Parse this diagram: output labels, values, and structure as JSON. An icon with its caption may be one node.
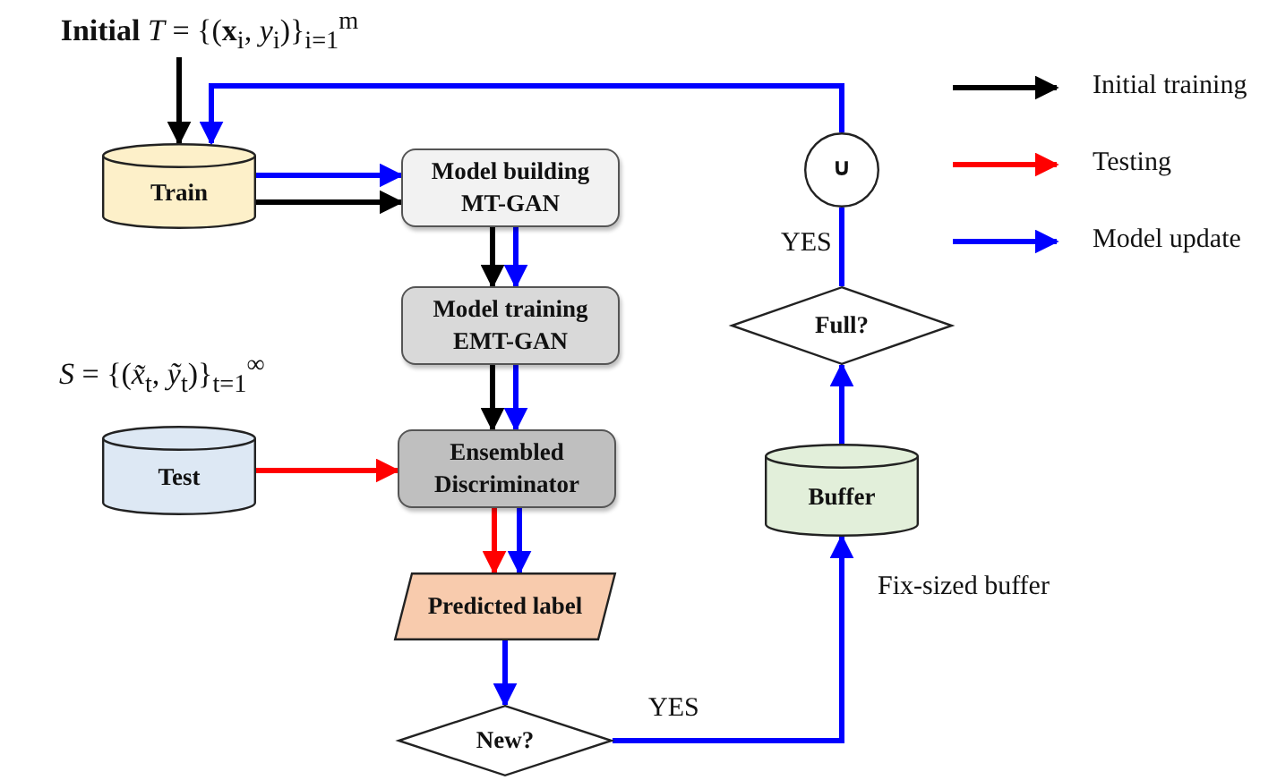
{
  "diagram": {
    "nodes": [
      {
        "text": [
          "**Initial** *T* = {(**x**$_{i}$, *y*$_{i}$)}$_{i=1}$$^{m}$"
        ]
      },
      {
        "text": [
          "Train"
        ]
      },
      {
        "text": [
          "Model building MT-GAN"
        ]
      },
      {
        "text": [
          "Model training EMT-GAN"
        ]
      },
      {
        "text": [
          "Test"
        ],
        "beside": [
          "*S* = {(*x̃*$_{t}$, *ỹ*$_{t}$)}$_{t=1}$$^{∞}$"
        ]
      },
      {
        "text": [
          "Ensembled Discriminator"
        ]
      },
      {
        "text": [
          "Predicted label"
        ]
      },
      {
        "text": [
          "New?"
        ]
      },
      {
        "text": [
          "Buffer"
        ],
        "beside": [
          "Fix-sized buffer"
        ]
      },
      {
        "text": [
          "Full?"
        ]
      },
      {
        "text": [
          "∪"
        ]
      }
    ],
    "edges": [
      {
        "from": 0,
        "to": 1,
        "arrow": "to",
        "color": "#000000"
      },
      {
        "from": 10,
        "to": 1,
        "arrow": "to"
      },
      {
        "from": 1,
        "to": 2,
        "arrow": "to"
      },
      {
        "from": 1,
        "to": 2,
        "arrow": "to",
        "color": "#000000"
      },
      {
        "from": 2,
        "to": 3,
        "arrow": "to",
        "color": "#000000"
      },
      {
        "from": 2,
        "to": 3,
        "arrow": "to"
      },
      {
        "from": 4,
        "to": 5,
        "arrow": "to",
        "color": "#ff0000"
      },
      {
        "from": 3,
        "to": 5,
        "arrow": "to",
        "color": "#000000"
      },
      {
        "from": 3,
        "to": 5,
        "arrow": "to"
      },
      {
        "from": 5,
        "to": 6,
        "arrow": "to",
        "color": "#ff0000"
      },
      {
        "from": 5,
        "to": 6,
        "arrow": "to"
      },
      {
        "from": 6,
        "to": 7,
        "arrow": "to"
      },
      {
        "from": 7,
        "to": 8,
        "arrow": "to",
        "label": "YES"
      },
      {
        "from": 8,
        "to": 9,
        "arrow": "to"
      },
      {
        "from": 9,
        "to": 10,
        "arrow": "none",
        "label": "YES"
      }
    ],
    "legend": [
      {
        "text": "Initial training"
      },
      {
        "text": "Testing"
      },
      {
        "text": "Model update"
      }
    ]
  }
}
